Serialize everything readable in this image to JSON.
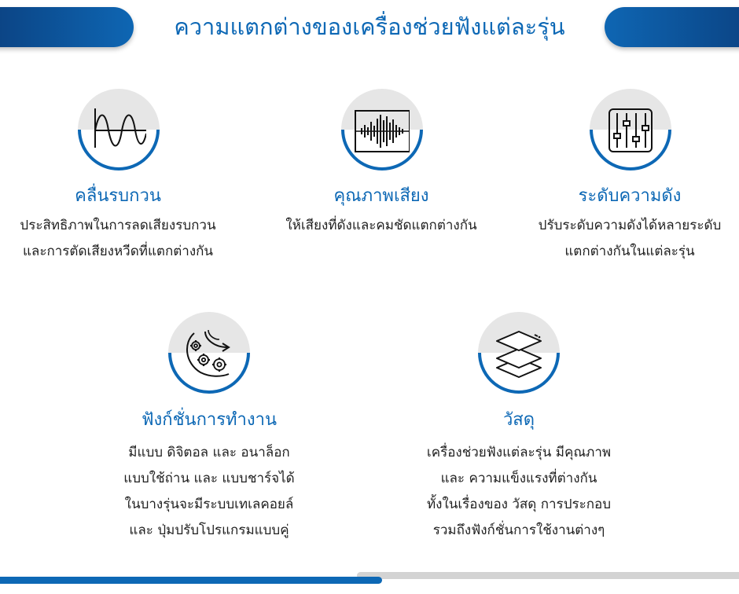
{
  "header": {
    "title": "ความแตกต่างของเครื่องช่วยฟังแต่ละรุ่น"
  },
  "colors": {
    "accent": "#0d68b5",
    "accent_dark": "#0b3f7e",
    "icon_disc": "#e6e6e6",
    "text": "#1f1f1f",
    "bar_gray": "#d3d3d3"
  },
  "features": [
    {
      "icon": "sine-wave-icon",
      "title": "คลื่นรบกวน",
      "lines": [
        "ประสิทธิภาพในการลดเสียงรบกวน",
        "และการตัดเสียงหวีดที่แตกต่างกัน"
      ]
    },
    {
      "icon": "audio-waveform-icon",
      "title": "คุณภาพเสียง",
      "lines": [
        "ให้เสียงที่ดังและคมชัดแตกต่างกัน"
      ]
    },
    {
      "icon": "equalizer-sliders-icon",
      "title": "ระดับความดัง",
      "lines": [
        "ปรับระดับความดังได้หลายระดับ",
        "แตกต่างกันในแต่ละรุ่น"
      ]
    },
    {
      "icon": "gears-function-icon",
      "title": "ฟังก์ชั่นการทำงาน",
      "lines": [
        "มีแบบ ดิจิตอล และ อนาล็อก",
        "แบบใช้ถ่าน และ แบบชาร์จได้",
        "ในบางรุ่นจะมีระบบเทเลคอยล์",
        "และ ปุ่มปรับโปรแกรมแบบคู่"
      ]
    },
    {
      "icon": "layers-icon",
      "title": "วัสดุ",
      "lines": [
        "เครื่องช่วยฟังแต่ละรุ่น มีคุณภาพ",
        "และ ความแข็งแรงที่ต่างกัน",
        "ทั้งในเรื่องของ วัสดุ การประกอบ",
        "รวมถึงฟังก์ชั่นการใช้งานต่างๆ"
      ]
    }
  ]
}
